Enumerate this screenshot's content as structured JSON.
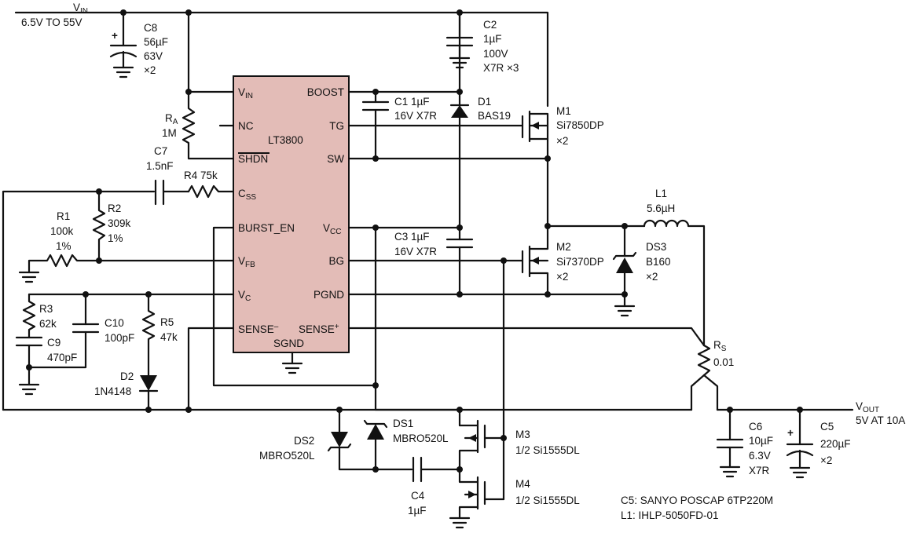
{
  "vin": {
    "label": "V",
    "sub": "IN",
    "range": "6.5V TO 55V"
  },
  "vout": {
    "label": "V",
    "sub": "OUT",
    "spec": "5V AT 10A"
  },
  "ic": {
    "name": "LT3800",
    "pins_left": {
      "vin": {
        "main": "V",
        "sub": "IN"
      },
      "nc": "NC",
      "shdn": "SHDN",
      "css": {
        "main": "C",
        "sub": "SS"
      },
      "burst": "BURST_EN",
      "vfb": {
        "main": "V",
        "sub": "FB"
      },
      "vc": {
        "main": "V",
        "sub": "C"
      },
      "sense_minus": {
        "main": "SENSE",
        "sup": "–"
      }
    },
    "pins_right": {
      "boost": "BOOST",
      "tg": "TG",
      "sw": "SW",
      "vcc": {
        "main": "V",
        "sub": "CC"
      },
      "bg": "BG",
      "pgnd": "PGND",
      "sense_plus": {
        "main": "SENSE",
        "sup": "+"
      }
    },
    "sgnd": "SGND"
  },
  "components": {
    "c8": {
      "ref": "C8",
      "v1": "56µF",
      "v2": "63V",
      "v3": "×2"
    },
    "c2": {
      "ref": "C2",
      "v1": "1µF",
      "v2": "100V",
      "v3": "X7R ×3"
    },
    "c1": {
      "l1": "C1 1µF",
      "l2": "16V X7R"
    },
    "d1": {
      "ref": "D1",
      "v1": "BAS19"
    },
    "m1": {
      "ref": "M1",
      "v1": "Si7850DP",
      "v2": "×2"
    },
    "ra": {
      "main": "R",
      "sub": "A",
      "v1": "1M"
    },
    "c7": {
      "ref": "C7",
      "v1": "1.5nF"
    },
    "r4": {
      "l1": "R4 75k"
    },
    "l1": {
      "ref": "L1",
      "v1": "5.6µH"
    },
    "r1": {
      "ref": "R1",
      "v1": "100k",
      "v2": "1%"
    },
    "r2": {
      "ref": "R2",
      "v1": "309k",
      "v2": "1%"
    },
    "c3": {
      "l1": "C3 1µF",
      "l2": "16V X7R"
    },
    "m2": {
      "ref": "M2",
      "v1": "Si7370DP",
      "v2": "×2"
    },
    "ds3": {
      "ref": "DS3",
      "v1": "B160",
      "v2": "×2"
    },
    "r3": {
      "ref": "R3",
      "v1": "62k"
    },
    "c10": {
      "ref": "C10",
      "v1": "100pF"
    },
    "r5": {
      "ref": "R5",
      "v1": "47k"
    },
    "c9": {
      "ref": "C9",
      "v1": "470pF"
    },
    "d2": {
      "ref": "D2",
      "v1": "1N4148"
    },
    "rs": {
      "main": "R",
      "sub": "S",
      "v1": "0.01"
    },
    "ds2": {
      "ref": "DS2",
      "v1": "MBRO520L"
    },
    "ds1": {
      "ref": "DS1",
      "v1": "MBRO520L"
    },
    "m3": {
      "ref": "M3",
      "v1": "1/2 Si1555DL"
    },
    "m4": {
      "ref": "M4",
      "v1": "1/2 Si1555DL"
    },
    "c4": {
      "ref": "C4",
      "v1": "1µF"
    },
    "c6": {
      "ref": "C6",
      "v1": "10µF",
      "v2": "6.3V",
      "v3": "X7R"
    },
    "c5": {
      "ref": "C5",
      "v1": "220µF",
      "v2": "×2"
    }
  },
  "notes": [
    "C5: SANYO POSCAP 6TP220M",
    "L1: IHLP-5050FD-01"
  ],
  "symbols": {
    "plus": "+"
  }
}
